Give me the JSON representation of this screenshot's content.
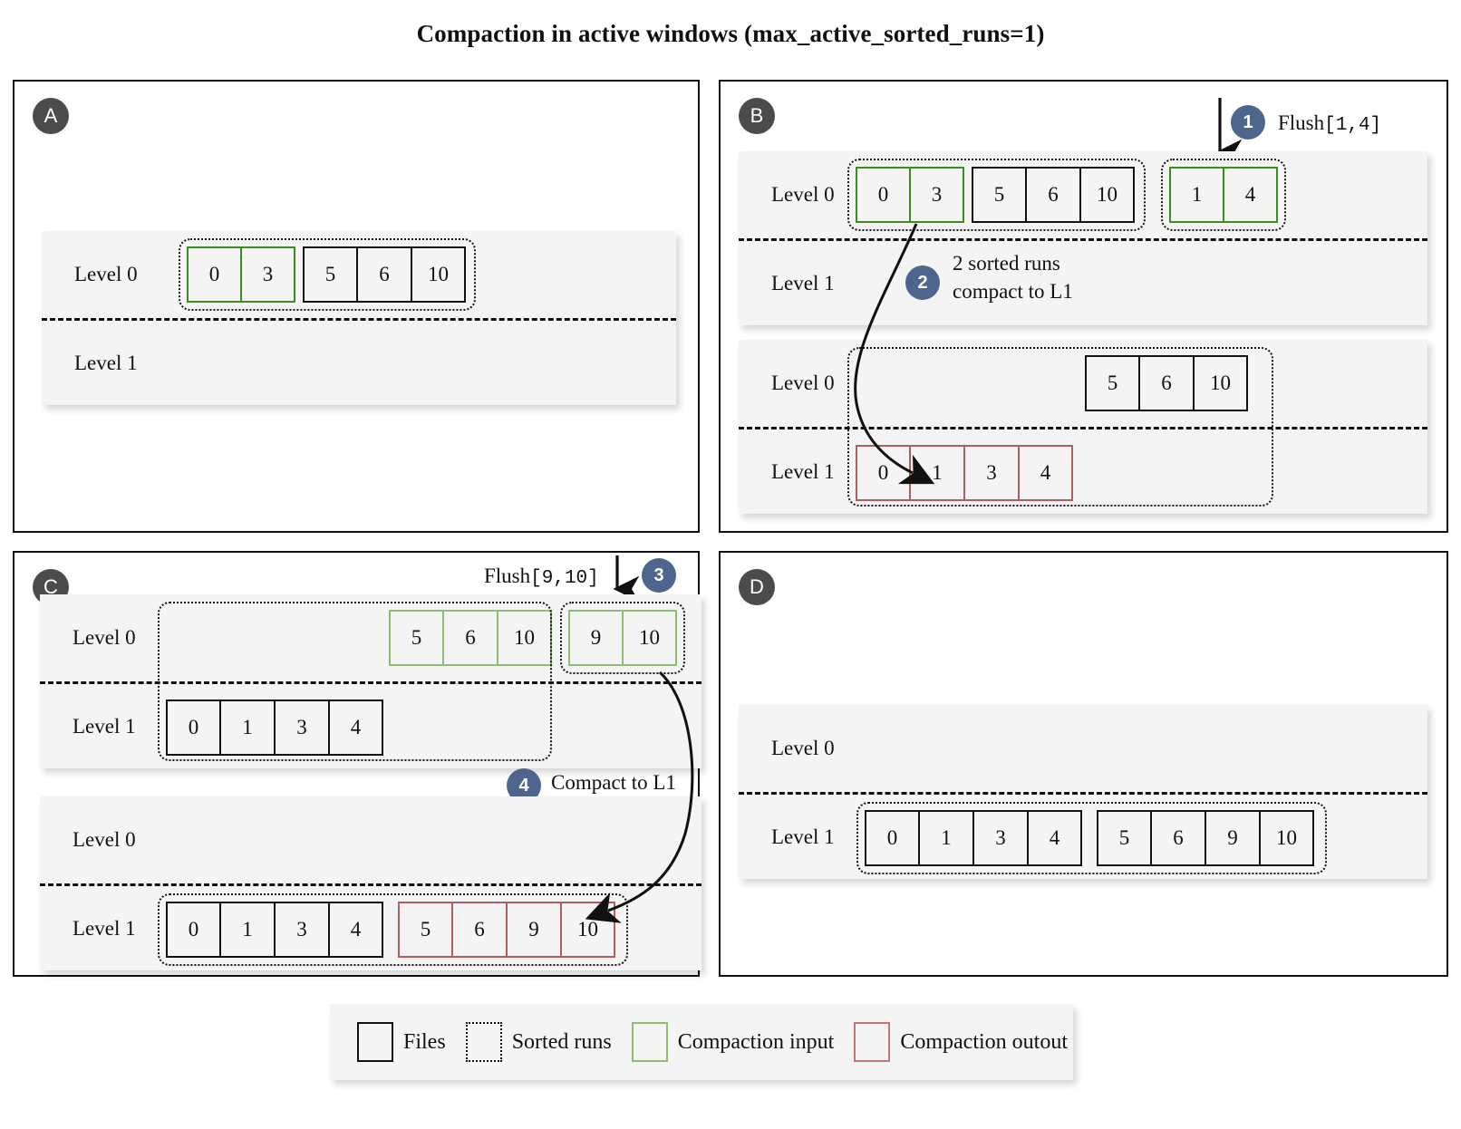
{
  "title": "Compaction in active windows (max_active_sorted_runs=1)",
  "colors": {
    "file_black": "#111111",
    "compaction_input_green": "#3c8c20",
    "compaction_input_green_light": "#8fbc72",
    "compaction_output_red": "#b05d5d",
    "step_badge_blue": "#4e668d",
    "panel_badge_gray": "#4b4b4b",
    "level_band": "#f4f4f4"
  },
  "panels": {
    "a": {
      "badge": "A",
      "states": [
        {
          "rows": [
            {
              "label": "Level 0",
              "runs": [
                {
                  "color": "green",
                  "values": [
                    "0",
                    "3"
                  ]
                },
                {
                  "color": "black",
                  "values": [
                    "5",
                    "6",
                    "10"
                  ]
                }
              ]
            },
            {
              "label": "Level 1",
              "runs": []
            }
          ]
        }
      ]
    },
    "b": {
      "badge": "B",
      "annotations": {
        "flush_label": "Flush",
        "flush_range": "[1,4]",
        "step1": "1",
        "step2": "2",
        "step2_line1": "2 sorted runs",
        "step2_line2": "compact to L1"
      },
      "states": [
        {
          "rows": [
            {
              "label": "Level 0",
              "runs": [
                {
                  "color": "green",
                  "values": [
                    "0",
                    "3"
                  ]
                },
                {
                  "color": "black",
                  "values": [
                    "5",
                    "6",
                    "10"
                  ]
                },
                {
                  "color": "green",
                  "values": [
                    "1",
                    "4"
                  ]
                }
              ]
            },
            {
              "label": "Level 1",
              "runs": []
            }
          ]
        },
        {
          "rows": [
            {
              "label": "Level 0",
              "runs": [
                {
                  "color": "black",
                  "values": [
                    "5",
                    "6",
                    "10"
                  ]
                }
              ]
            },
            {
              "label": "Level 1",
              "runs": [
                {
                  "color": "red",
                  "values": [
                    "0",
                    "1",
                    "3",
                    "4"
                  ]
                }
              ]
            }
          ]
        }
      ]
    },
    "c": {
      "badge": "C",
      "annotations": {
        "flush_label": "Flush",
        "flush_range": "[9,10]",
        "step3": "3",
        "step4": "4",
        "step4_text": "Compact to L1"
      },
      "states": [
        {
          "rows": [
            {
              "label": "Level 0",
              "runs": [
                {
                  "color": "green-light",
                  "values": [
                    "5",
                    "6",
                    "10"
                  ]
                },
                {
                  "color": "green-light",
                  "values": [
                    "9",
                    "10"
                  ]
                }
              ]
            },
            {
              "label": "Level 1",
              "runs": [
                {
                  "color": "black",
                  "values": [
                    "0",
                    "1",
                    "3",
                    "4"
                  ]
                }
              ]
            }
          ]
        },
        {
          "rows": [
            {
              "label": "Level 0",
              "runs": []
            },
            {
              "label": "Level 1",
              "runs": [
                {
                  "color": "black",
                  "values": [
                    "0",
                    "1",
                    "3",
                    "4"
                  ]
                },
                {
                  "color": "red",
                  "values": [
                    "5",
                    "6",
                    "9",
                    "10"
                  ]
                }
              ]
            }
          ]
        }
      ]
    },
    "d": {
      "badge": "D",
      "states": [
        {
          "rows": [
            {
              "label": "Level 0",
              "runs": []
            },
            {
              "label": "Level 1",
              "runs": [
                {
                  "color": "black",
                  "values": [
                    "0",
                    "1",
                    "3",
                    "4"
                  ]
                },
                {
                  "color": "black",
                  "values": [
                    "5",
                    "6",
                    "9",
                    "10"
                  ]
                }
              ]
            }
          ]
        }
      ]
    }
  },
  "legend": {
    "items": [
      {
        "swatch": "files-swatch",
        "label": "Files"
      },
      {
        "swatch": "sorted-runs-swatch",
        "label": "Sorted runs"
      },
      {
        "swatch": "compaction-input-swatch",
        "label": "Compaction input"
      },
      {
        "swatch": "compaction-output-swatch",
        "label": "Compaction outout"
      }
    ]
  }
}
